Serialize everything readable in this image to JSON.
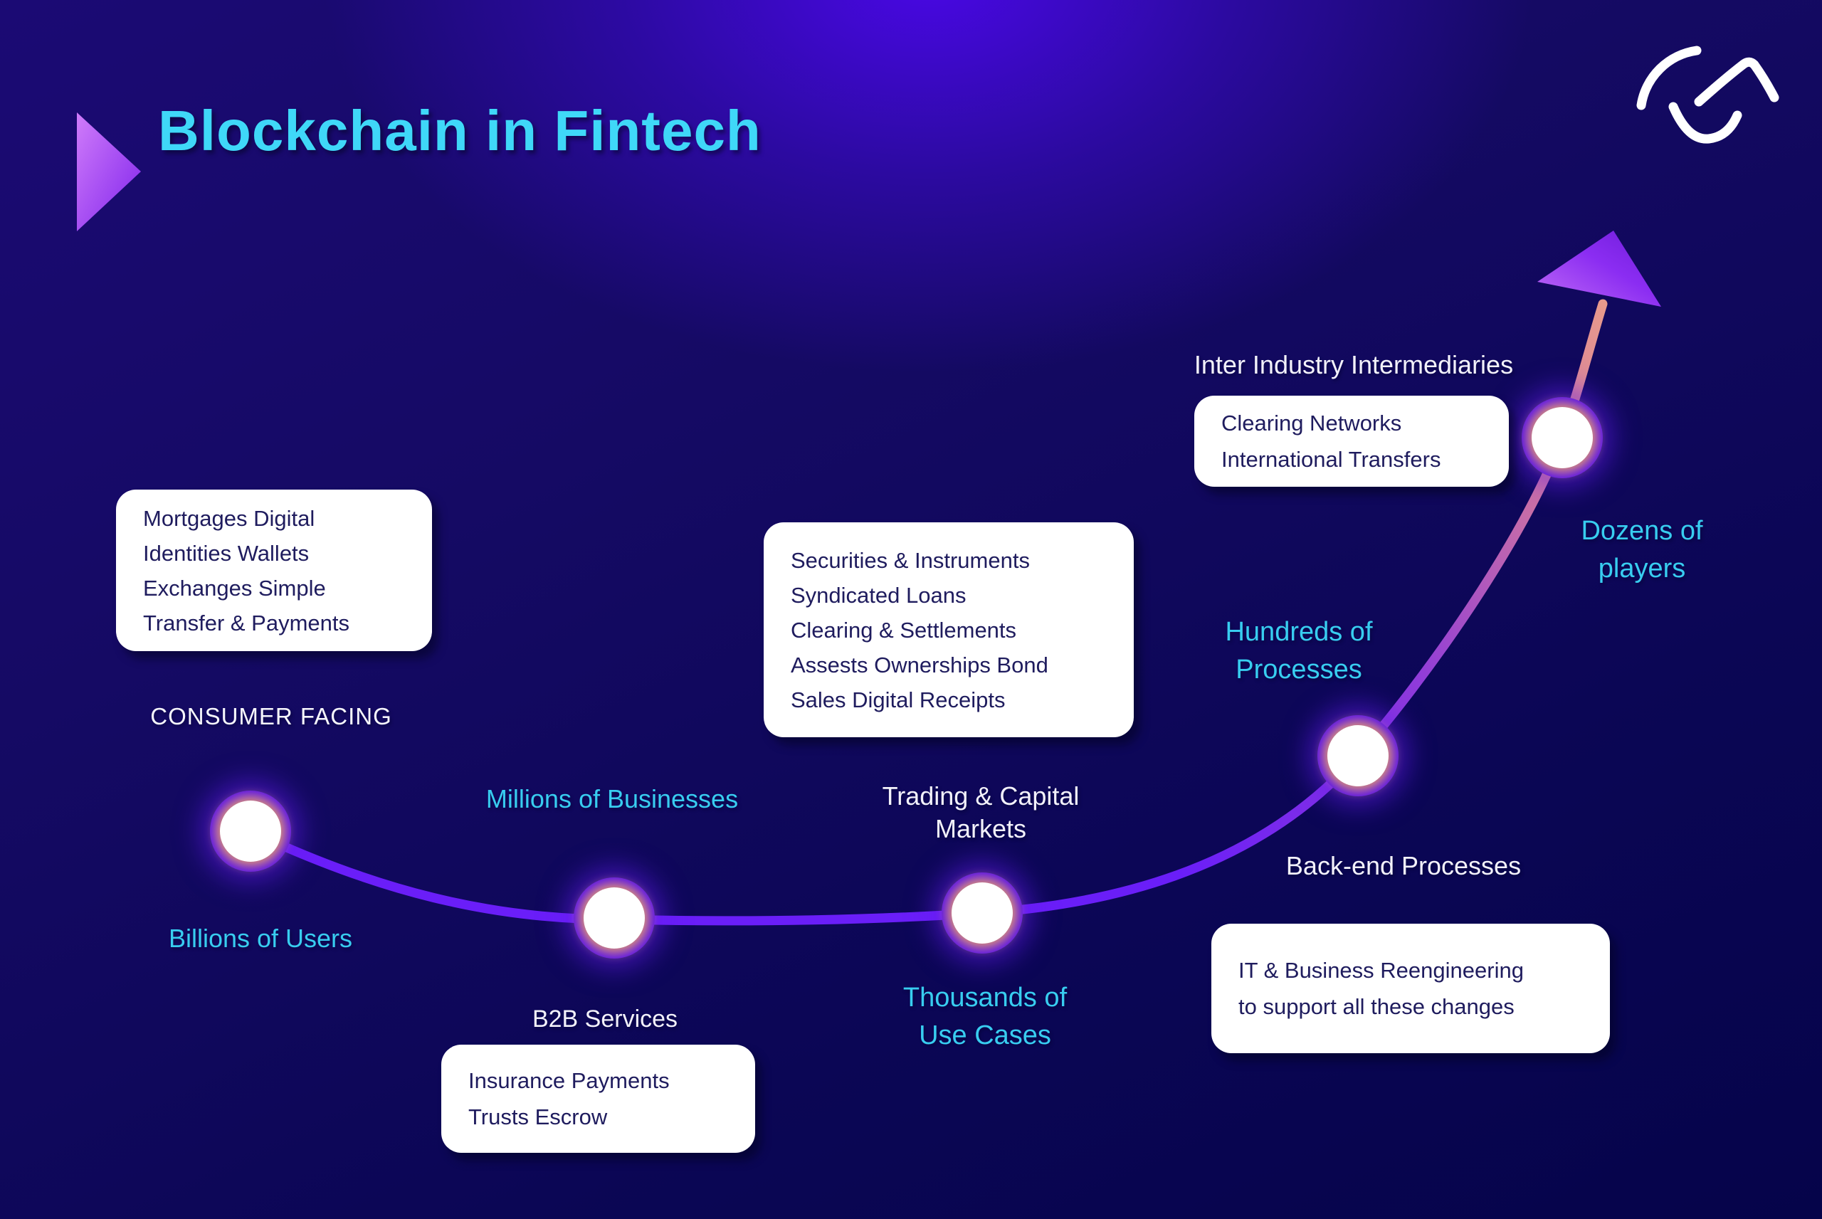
{
  "title": "Blockchain in Fintech",
  "colors": {
    "title_cyan": "#3FD8F8",
    "label_cyan": "#38CDF0",
    "label_white": "#F2F1FA",
    "callout_text": "#1F1C5E",
    "curve_purple": "#6A1EF8",
    "curve_salmon": "#E89A8C",
    "node_ring_purple": "#5A13E9",
    "node_inner_glow": "#F1A96E",
    "arrow_purple": "#9A3BF2",
    "background_bright": "#4A08E8",
    "background_dark": "#05044A"
  },
  "logo": {
    "name": "brand-logo"
  },
  "milestones": [
    {
      "name": "consumer-facing",
      "category_label": "CONSUMER FACING",
      "scale_label": "Billions of Users",
      "callout": "Mortgages Digital\nIdentities Wallets\nExchanges Simple\nTransfer & Payments"
    },
    {
      "name": "b2b-services",
      "category_label": "B2B Services",
      "scale_label": "Millions of Businesses",
      "callout": "Insurance Payments\nTrusts Escrow"
    },
    {
      "name": "trading-capital-markets",
      "category_label": "Trading & Capital\nMarkets",
      "scale_label": "Thousands of\nUse Cases",
      "callout": "Securities & Instruments\nSyndicated Loans\nClearing & Settlements\nAssests Ownerships Bond\nSales Digital Receipts"
    },
    {
      "name": "back-end-processes",
      "category_label": "Back-end Processes",
      "scale_label": "Hundreds of\nProcesses",
      "callout": "IT & Business Reengineering\nto support all these changes"
    },
    {
      "name": "inter-industry-intermediaries",
      "category_label": "Inter Industry Intermediaries",
      "scale_label": "Dozens of\nplayers",
      "callout": "Clearing Networks\nInternational Transfers"
    }
  ]
}
